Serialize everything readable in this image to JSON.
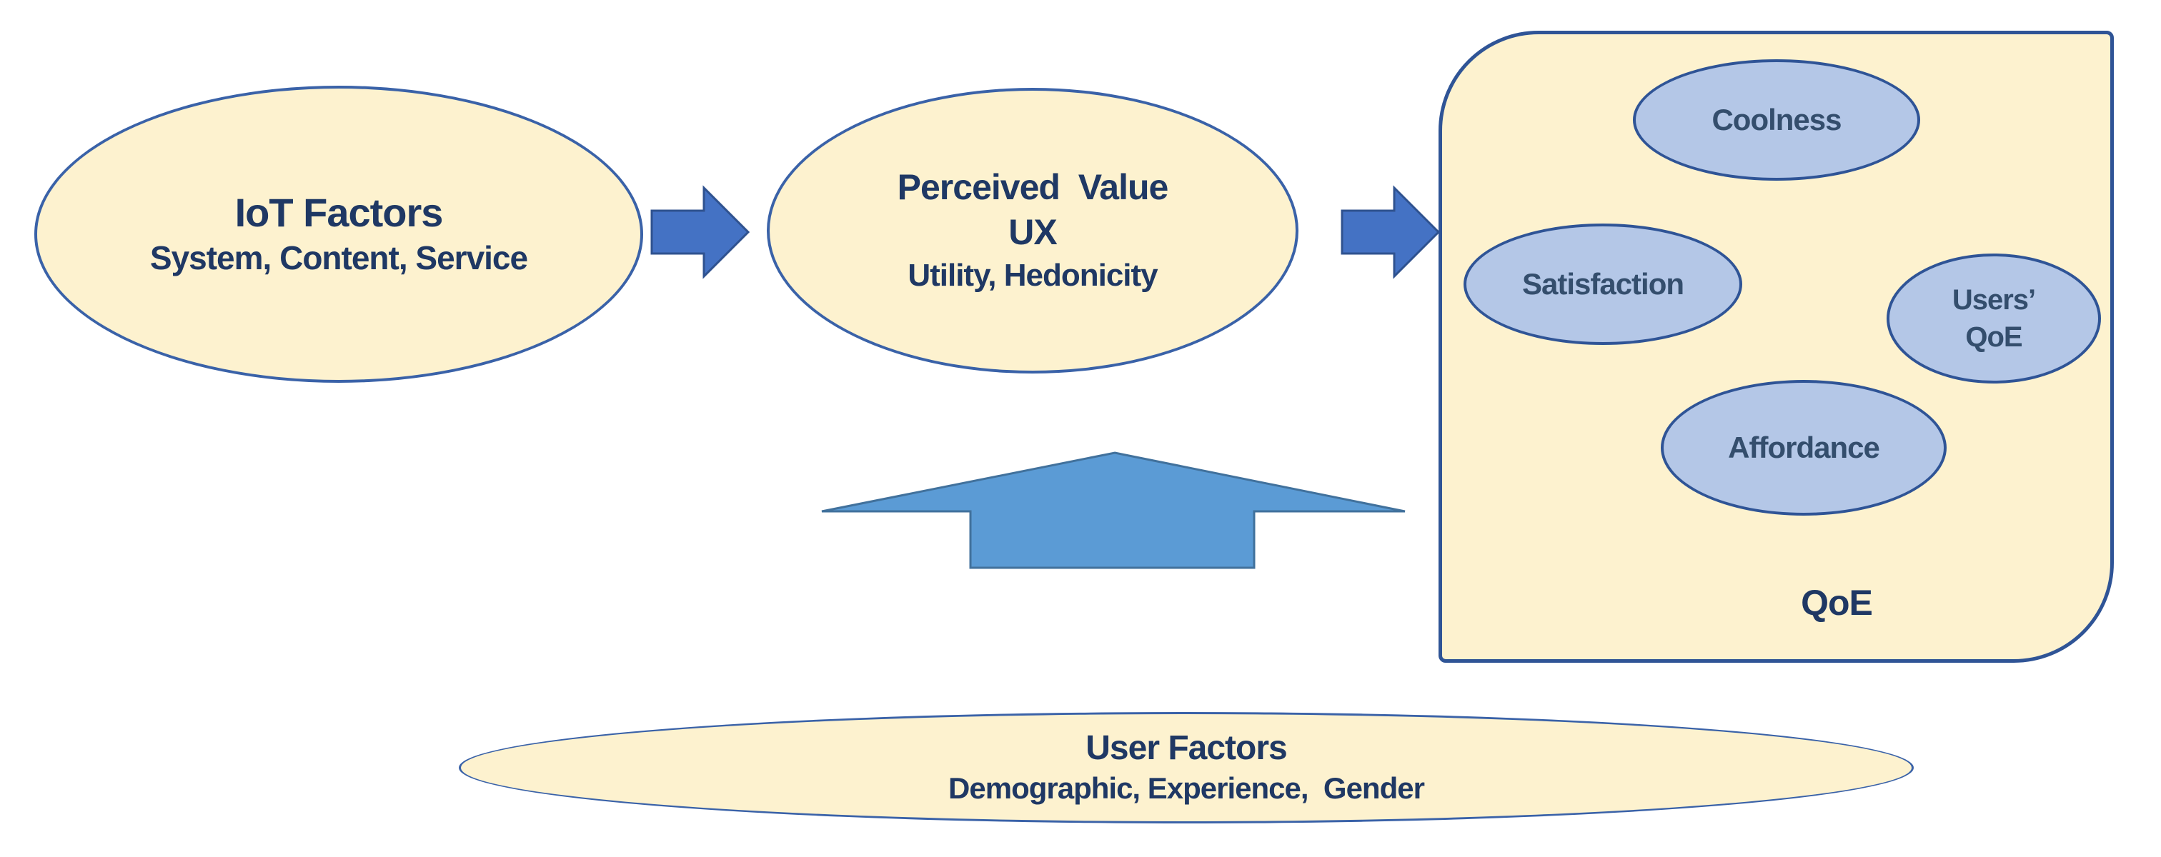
{
  "diagram": {
    "nodes": {
      "iot": {
        "title": "IoT Factors",
        "subtitle": "System, Content, Service"
      },
      "perceived_value": {
        "title": "Perceived  Value",
        "line2": "UX",
        "subtitle": "Utility, Hedonicity"
      },
      "coolness": {
        "label": "Coolness"
      },
      "satisfaction": {
        "label": "Satisfaction"
      },
      "affordance": {
        "label": "Affordance"
      },
      "users_qoe": {
        "line1": "Users’",
        "line2": "QoE"
      },
      "qoe_group": {
        "label": "QoE"
      },
      "user_factors": {
        "title": "User Factors",
        "subtitle": "Demographic, Experience,  Gender"
      }
    },
    "colors": {
      "shape_fill_cream": "#FDF2CF",
      "shape_border_blue": "#2F5496",
      "outer_ellipse_border": "#3A62A8",
      "node_fill_blue": "#B4C7E7",
      "arrow_fill": "#4472C4",
      "arrow_border": "#2F528F",
      "up_arrow_fill": "#5B9BD5",
      "up_arrow_border": "#41719C",
      "connector_blue": "#5B8BD5",
      "text_navy": "#1F3864",
      "text_slate": "#344E6D"
    }
  }
}
